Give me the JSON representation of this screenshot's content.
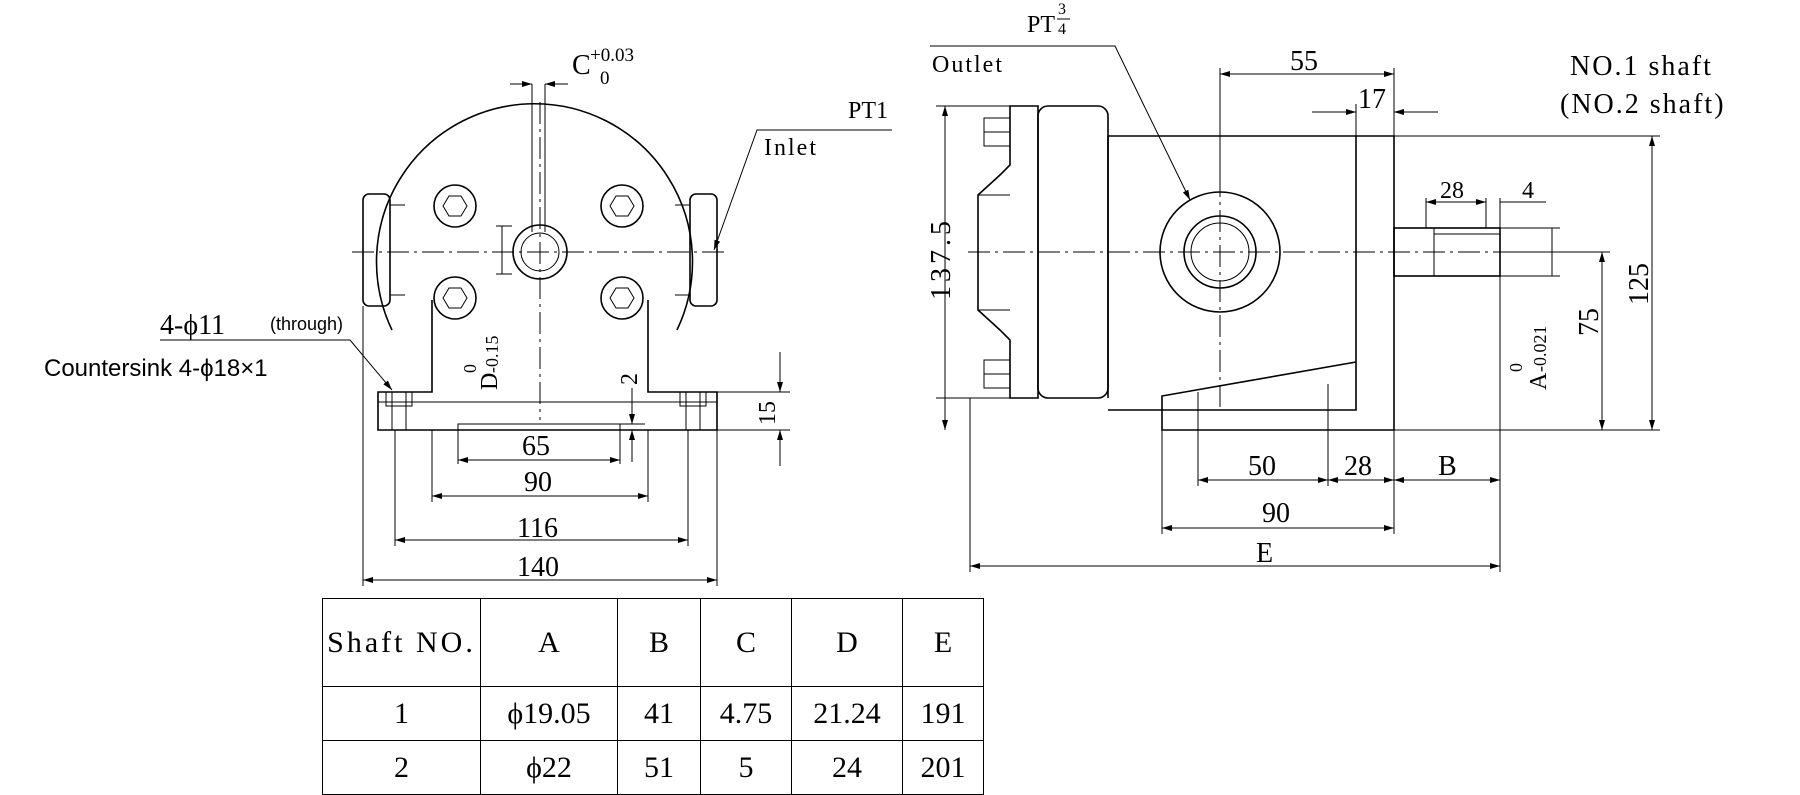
{
  "front_view": {
    "keyway_label": "C",
    "keyway_tol_upper": "+0.03",
    "keyway_tol_lower": "0",
    "inlet_port": "PT1",
    "inlet_label": "Inlet",
    "bolt_holes": "4-ϕ11",
    "bolt_holes_note": "(through)",
    "countersink": "Countersink 4-ϕ18×1",
    "shaft_dim_label": "D",
    "shaft_tol_upper": "0",
    "shaft_tol_lower": "-0.15",
    "dim_2": "2",
    "dim_15": "15",
    "dim_65": "65",
    "dim_90": "90",
    "dim_116": "116",
    "dim_140": "140"
  },
  "side_view": {
    "outlet_port_base": "PT",
    "outlet_port_num": "3",
    "outlet_port_den": "4",
    "outlet_label": "Outlet",
    "shaft_note_1": "NO.1 shaft",
    "shaft_note_2": "(NO.2 shaft)",
    "dim_55": "55",
    "dim_17": "17",
    "dim_28_top": "28",
    "dim_4": "4",
    "dim_137_5": "137.5",
    "dim_125": "125",
    "dim_75": "75",
    "shaft_dia_label": "A",
    "shaft_dia_tol_upper": "0",
    "shaft_dia_tol_lower": "-0.021",
    "dim_50": "50",
    "dim_28_bottom": "28",
    "dim_B": "B",
    "dim_90": "90",
    "dim_E": "E"
  },
  "table": {
    "headers": [
      "Shaft NO.",
      "A",
      "B",
      "C",
      "D",
      "E"
    ],
    "rows": [
      [
        "1",
        "ϕ19.05",
        "41",
        "4.75",
        "21.24",
        "191"
      ],
      [
        "2",
        "ϕ22",
        "51",
        "5",
        "24",
        "201"
      ]
    ]
  }
}
